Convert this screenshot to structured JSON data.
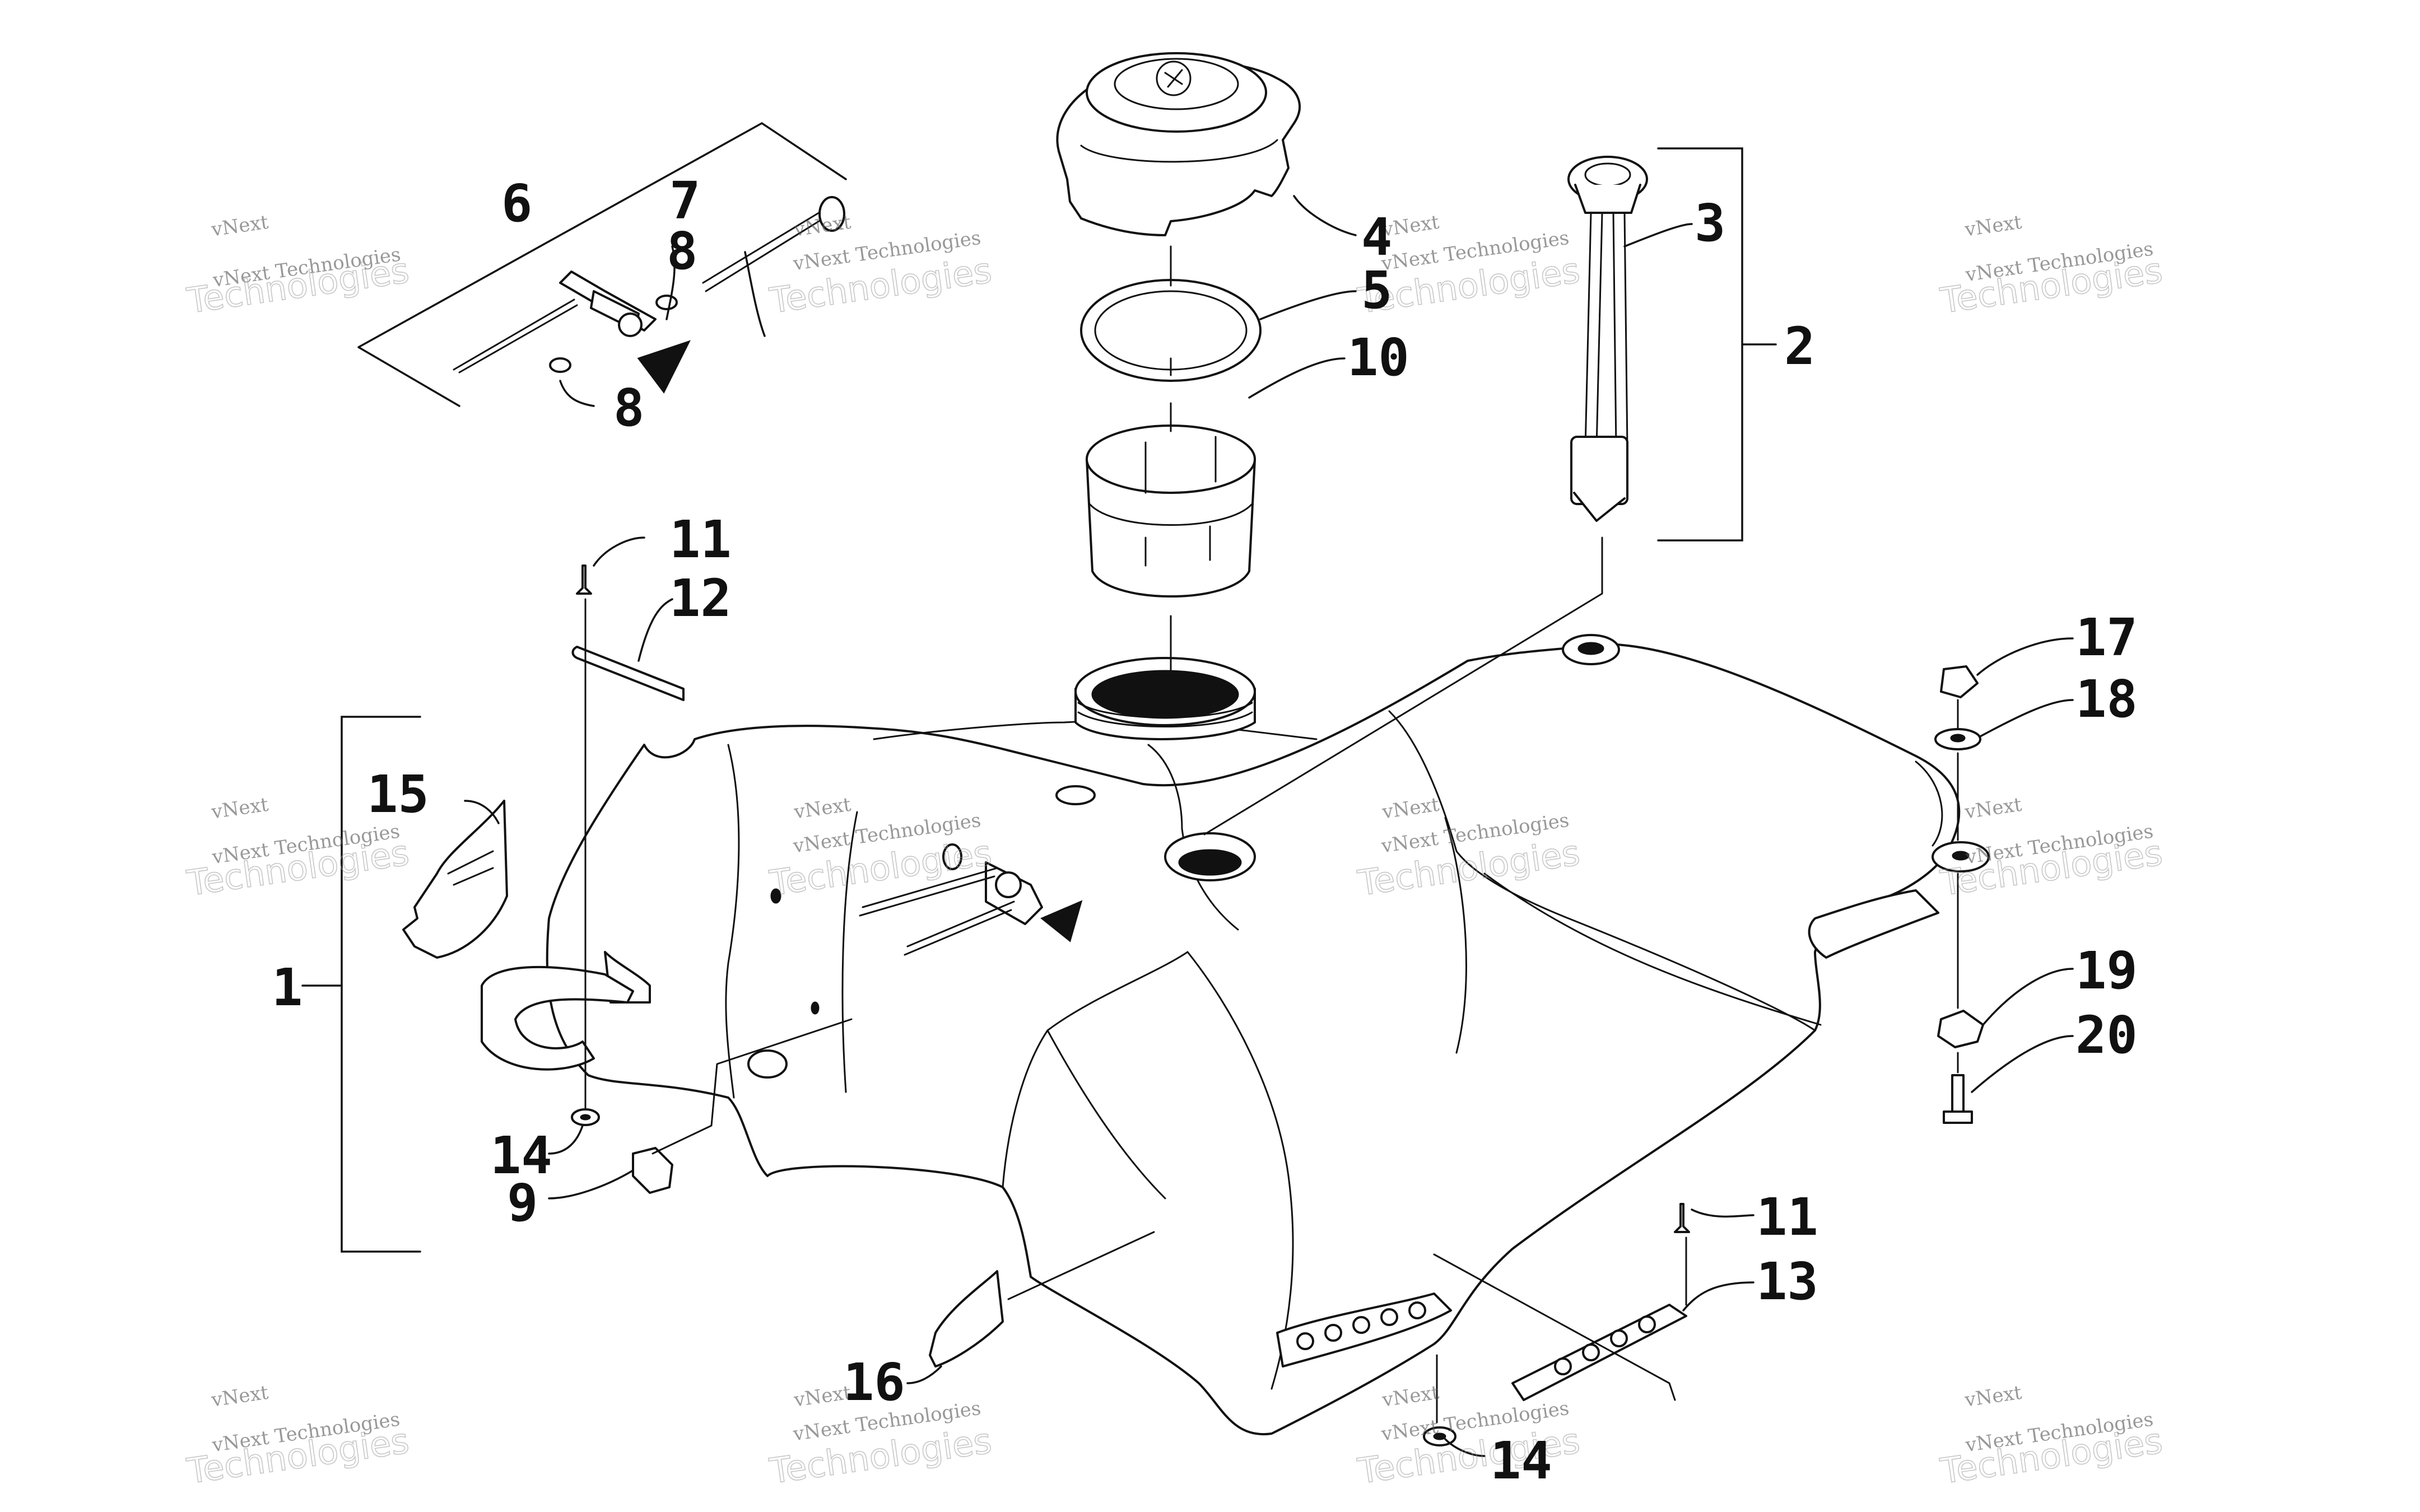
{
  "callouts": {
    "c1": "1",
    "c2": "2",
    "c3": "3",
    "c4": "4",
    "c5": "5",
    "c6": "6",
    "c7": "7",
    "c8a": "8",
    "c8b": "8",
    "c9": "9",
    "c10": "10",
    "c11a": "11",
    "c11b": "11",
    "c12": "12",
    "c13": "13",
    "c14a": "14",
    "c14b": "14",
    "c15": "15",
    "c16": "16",
    "c17": "17",
    "c18": "18",
    "c19": "19",
    "c20": "20"
  },
  "watermark": {
    "line1": "vNext Technologies",
    "line2": "Technologies",
    "corner": "vNext"
  }
}
